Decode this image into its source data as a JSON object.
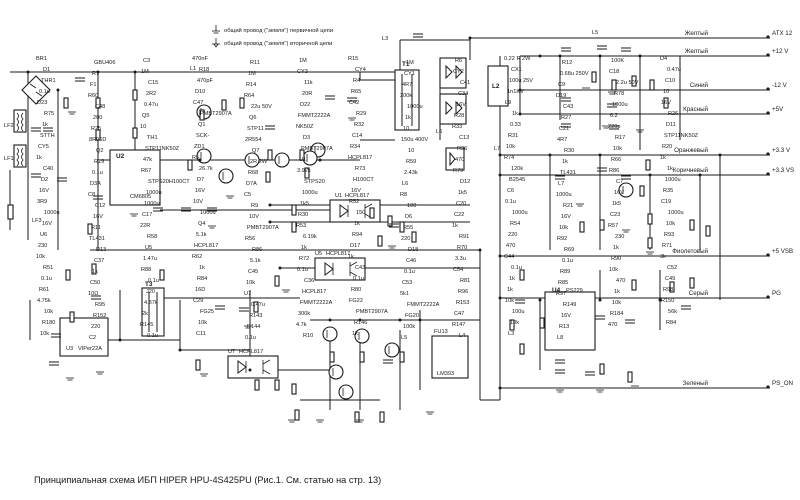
{
  "caption": "Принципиальная схема ИБП HIPER HPU-4S425PU (Рис.1. См. статью на стр. 13)",
  "legend": {
    "primary": "общий провод (\"земля\") первичной цепи",
    "secondary": "общий провод (\"земля\") вторичной цепи"
  },
  "outputs": [
    {
      "color": "Желтый",
      "rail": "ATX 12"
    },
    {
      "color": "Желтый",
      "rail": "+12 V"
    },
    {
      "color": "Синий",
      "rail": "-12 V"
    },
    {
      "color": "Красный",
      "rail": "+5V"
    },
    {
      "color": "Оранжевый",
      "rail": "+3.3 V"
    },
    {
      "color": "Коричневый",
      "rail": "+3.3 VS"
    },
    {
      "color": "Фиолетовый",
      "rail": "+5 VSB"
    },
    {
      "color": "Серый",
      "rail": "PG"
    },
    {
      "color": "Зеленый",
      "rail": "PS_ON"
    }
  ],
  "ics": {
    "u2": {
      "ref": "U2",
      "part": "CM6805"
    },
    "u3": {
      "ref": "U3",
      "part": "VIPer22A"
    },
    "u4": {
      "ref": "U4",
      "part": "PS229"
    },
    "u1": {
      "ref": "U1",
      "part": "HCPL817"
    },
    "u5": {
      "ref": "U5",
      "part": "HCPL817"
    },
    "u7": {
      "ref": "U7",
      "part": "HCPL817"
    },
    "lm": {
      "ref": "FU13",
      "part": "LM393"
    }
  },
  "magnetics": {
    "t1": "T1",
    "t3": "T3",
    "l2": "L2",
    "l1": "L1",
    "l3": "L3",
    "l5": "L5",
    "l6": "L6",
    "l7": "L7",
    "lf1": "LF1",
    "lf2": "LF2",
    "lf3": "LF3"
  },
  "labels": [
    {
      "t": "BR1"
    },
    {
      "t": "GBU406"
    },
    {
      "t": "C3"
    },
    {
      "t": "470nF"
    },
    {
      "t": "R11"
    },
    {
      "t": "1M"
    },
    {
      "t": "R15"
    },
    {
      "t": "1M"
    },
    {
      "t": "R6"
    },
    {
      "t": "0.22 R 2W"
    },
    {
      "t": "R12"
    },
    {
      "t": "100K"
    },
    {
      "t": "D4"
    },
    {
      "t": "D1"
    },
    {
      "t": "R7"
    },
    {
      "t": "1M"
    },
    {
      "t": "R18"
    },
    {
      "t": "1M"
    },
    {
      "t": "CY3"
    },
    {
      "t": "CY4"
    },
    {
      "t": "CY1"
    },
    {
      "t": "CY2"
    },
    {
      "t": "CX1"
    },
    {
      "t": "0.68u 250V"
    },
    {
      "t": "C18"
    },
    {
      "t": "0.47u"
    },
    {
      "t": "THR1"
    },
    {
      "t": "F1"
    },
    {
      "t": "C15"
    },
    {
      "t": "470pF"
    },
    {
      "t": "R14"
    },
    {
      "t": "11k"
    },
    {
      "t": "R4"
    },
    {
      "t": "4R7"
    },
    {
      "t": "C41"
    },
    {
      "t": "100u 25V"
    },
    {
      "t": "C9"
    },
    {
      "t": "2.2u 50V"
    },
    {
      "t": "C10"
    },
    {
      "t": "0.1u"
    },
    {
      "t": "R60"
    },
    {
      "t": "2R2"
    },
    {
      "t": "D10"
    },
    {
      "t": "R64"
    },
    {
      "t": "20R"
    },
    {
      "t": "R65"
    },
    {
      "t": "200k"
    },
    {
      "t": "C34"
    },
    {
      "t": "1n1KV"
    },
    {
      "t": "D19"
    },
    {
      "t": "R78"
    },
    {
      "t": "10"
    },
    {
      "t": "D23"
    },
    {
      "t": "C48"
    },
    {
      "t": "0.47u"
    },
    {
      "t": "C47"
    },
    {
      "t": "22u 50V"
    },
    {
      "t": "D22"
    },
    {
      "t": "C42"
    },
    {
      "t": "1000u"
    },
    {
      "t": "16V"
    },
    {
      "t": "L9"
    },
    {
      "t": "C43"
    },
    {
      "t": "1000u"
    },
    {
      "t": "16V"
    },
    {
      "t": "R75"
    },
    {
      "t": "200"
    },
    {
      "t": "Q5"
    },
    {
      "t": "PMBT2907A"
    },
    {
      "t": "Q6"
    },
    {
      "t": "FMMT2222A"
    },
    {
      "t": "R29"
    },
    {
      "t": "1k"
    },
    {
      "t": "R28"
    },
    {
      "t": "1k"
    },
    {
      "t": "R27"
    },
    {
      "t": "6.2"
    },
    {
      "t": "R26"
    },
    {
      "t": "1k"
    },
    {
      "t": "R25"
    },
    {
      "t": "10"
    },
    {
      "t": "Q1"
    },
    {
      "t": "STP11"
    },
    {
      "t": "NK50Z"
    },
    {
      "t": "R32"
    },
    {
      "t": "10"
    },
    {
      "t": "R33"
    },
    {
      "t": "0.33"
    },
    {
      "t": "C21"
    },
    {
      "t": "220p"
    },
    {
      "t": "D11"
    },
    {
      "t": "STTH"
    },
    {
      "t": "8R06D"
    },
    {
      "t": "TH1"
    },
    {
      "t": "SCK-"
    },
    {
      "t": "2R554"
    },
    {
      "t": "D3"
    },
    {
      "t": "C14"
    },
    {
      "t": "150u 400V"
    },
    {
      "t": "C13"
    },
    {
      "t": "R31"
    },
    {
      "t": "4R7"
    },
    {
      "t": "R17"
    },
    {
      "t": "STP11NK50Z"
    },
    {
      "t": "CY5"
    },
    {
      "t": "Q2"
    },
    {
      "t": "STP11NK50Z"
    },
    {
      "t": "ZD1"
    },
    {
      "t": "Q7"
    },
    {
      "t": "PMBT2907A"
    },
    {
      "t": "R34"
    },
    {
      "t": "10"
    },
    {
      "t": "R36"
    },
    {
      "t": "10k"
    },
    {
      "t": "R30"
    },
    {
      "t": "10k"
    },
    {
      "t": "R20"
    },
    {
      "t": "1k"
    },
    {
      "t": "R19"
    },
    {
      "t": "47k"
    },
    {
      "t": "R5"
    },
    {
      "t": "2R 2W"
    },
    {
      "t": "U1"
    },
    {
      "t": "HCPL817"
    },
    {
      "t": "R59"
    },
    {
      "t": "470"
    },
    {
      "t": "R74"
    },
    {
      "t": "1k"
    },
    {
      "t": "R66"
    },
    {
      "t": "1k"
    },
    {
      "t": "C40"
    },
    {
      "t": "0.1u"
    },
    {
      "t": "R67"
    },
    {
      "t": "26.7k"
    },
    {
      "t": "R68"
    },
    {
      "t": "3.92k"
    },
    {
      "t": "R73"
    },
    {
      "t": "2.43k"
    },
    {
      "t": "R79"
    },
    {
      "t": "120k"
    },
    {
      "t": "TL431"
    },
    {
      "t": "R86"
    },
    {
      "t": "1k"
    },
    {
      "t": "D2"
    },
    {
      "t": "D3A"
    },
    {
      "t": "STPS20H100CT"
    },
    {
      "t": "D7"
    },
    {
      "t": "D7A"
    },
    {
      "t": "STPS20"
    },
    {
      "t": "H100CT"
    },
    {
      "t": "L6"
    },
    {
      "t": "D12"
    },
    {
      "t": "B2545"
    },
    {
      "t": "L7"
    },
    {
      "t": "C7"
    },
    {
      "t": "1000u"
    },
    {
      "t": "16V"
    },
    {
      "t": "C8"
    },
    {
      "t": "1000u"
    },
    {
      "t": "16V"
    },
    {
      "t": "C5"
    },
    {
      "t": "1000u"
    },
    {
      "t": "16V"
    },
    {
      "t": "R8"
    },
    {
      "t": "1k5"
    },
    {
      "t": "C6"
    },
    {
      "t": "1000u"
    },
    {
      "t": "16V"
    },
    {
      "t": "R35"
    },
    {
      "t": "3R9"
    },
    {
      "t": "C12"
    },
    {
      "t": "1000u"
    },
    {
      "t": "10V"
    },
    {
      "t": "R9"
    },
    {
      "t": "1k5"
    },
    {
      "t": "R52"
    },
    {
      "t": "100"
    },
    {
      "t": "C20"
    },
    {
      "t": "0.1u"
    },
    {
      "t": "R21"
    },
    {
      "t": "1k5"
    },
    {
      "t": "C19"
    },
    {
      "t": "1000u"
    },
    {
      "t": "16V"
    },
    {
      "t": "C17"
    },
    {
      "t": "1000u"
    },
    {
      "t": "10V"
    },
    {
      "t": "R30"
    },
    {
      "t": "150"
    },
    {
      "t": "D6"
    },
    {
      "t": "C22"
    },
    {
      "t": "1000u"
    },
    {
      "t": "16V"
    },
    {
      "t": "C23"
    },
    {
      "t": "1000u"
    },
    {
      "t": "16V"
    },
    {
      "t": "R11"
    },
    {
      "t": "22R"
    },
    {
      "t": "Q4"
    },
    {
      "t": "PMBT2907A"
    },
    {
      "t": "R53"
    },
    {
      "t": "1k"
    },
    {
      "t": "R55"
    },
    {
      "t": "1k"
    },
    {
      "t": "R54"
    },
    {
      "t": "10k"
    },
    {
      "t": "R57"
    },
    {
      "t": "10k"
    },
    {
      "t": "U6"
    },
    {
      "t": "TL431"
    },
    {
      "t": "R58"
    },
    {
      "t": "5.1k"
    },
    {
      "t": "R56"
    },
    {
      "t": "6.19k"
    },
    {
      "t": "R94"
    },
    {
      "t": "220"
    },
    {
      "t": "R91"
    },
    {
      "t": "220"
    },
    {
      "t": "R92"
    },
    {
      "t": "230"
    },
    {
      "t": "R93"
    },
    {
      "t": "230"
    },
    {
      "t": "D13"
    },
    {
      "t": "U5"
    },
    {
      "t": "HCPL817"
    },
    {
      "t": "R86"
    },
    {
      "t": "1k"
    },
    {
      "t": "D17"
    },
    {
      "t": "D18"
    },
    {
      "t": "R70"
    },
    {
      "t": "470"
    },
    {
      "t": "R69"
    },
    {
      "t": "1k"
    },
    {
      "t": "R71"
    },
    {
      "t": "10k"
    },
    {
      "t": "C37"
    },
    {
      "t": "1.47u"
    },
    {
      "t": "R62"
    },
    {
      "t": "5.1k"
    },
    {
      "t": "R72"
    },
    {
      "t": "1k"
    },
    {
      "t": "C46"
    },
    {
      "t": "3.3u"
    },
    {
      "t": "C44"
    },
    {
      "t": "0.1u"
    },
    {
      "t": "R90"
    },
    {
      "t": "3k"
    },
    {
      "t": "R51"
    },
    {
      "t": "1k"
    },
    {
      "t": "R88"
    },
    {
      "t": "1k"
    },
    {
      "t": "C45"
    },
    {
      "t": "0.1u"
    },
    {
      "t": "C43"
    },
    {
      "t": "0.1u"
    },
    {
      "t": "C54"
    },
    {
      "t": "0.1u"
    },
    {
      "t": "R89"
    },
    {
      "t": "10k"
    },
    {
      "t": "C52"
    },
    {
      "t": "0.1u"
    },
    {
      "t": "C50"
    },
    {
      "t": "0.1u"
    },
    {
      "t": "R84"
    },
    {
      "t": "10k"
    },
    {
      "t": "C36"
    },
    {
      "t": "0.1u"
    },
    {
      "t": "C53"
    },
    {
      "t": "R81"
    },
    {
      "t": "1k"
    },
    {
      "t": "R85"
    },
    {
      "t": "470"
    },
    {
      "t": "C49"
    },
    {
      "t": "R61"
    },
    {
      "t": "10Ω"
    },
    {
      "t": "J20"
    },
    {
      "t": "16D"
    },
    {
      "t": "U7"
    },
    {
      "t": "HCPL817"
    },
    {
      "t": "R80"
    },
    {
      "t": "5k1"
    },
    {
      "t": "R96"
    },
    {
      "t": "1k"
    },
    {
      "t": "R97"
    },
    {
      "t": "1k"
    },
    {
      "t": "R98"
    },
    {
      "t": "4.75k"
    },
    {
      "t": "R95"
    },
    {
      "t": "4.87k"
    },
    {
      "t": "C29"
    },
    {
      "t": "0.47u"
    },
    {
      "t": "FMMT2222A"
    },
    {
      "t": "FG22"
    },
    {
      "t": "FMMT2222A"
    },
    {
      "t": "R153"
    },
    {
      "t": "10k"
    },
    {
      "t": "R149"
    },
    {
      "t": "10k"
    },
    {
      "t": "R150"
    },
    {
      "t": "10k"
    },
    {
      "t": "R152"
    },
    {
      "t": "2k"
    },
    {
      "t": "FG25"
    },
    {
      "t": "R143"
    },
    {
      "t": "300k"
    },
    {
      "t": "PMBT2907A"
    },
    {
      "t": "FG20"
    },
    {
      "t": "C47"
    },
    {
      "t": "100u"
    },
    {
      "t": "16V"
    },
    {
      "t": "R184"
    },
    {
      "t": "56k"
    },
    {
      "t": "R180"
    },
    {
      "t": "220"
    },
    {
      "t": "R145"
    },
    {
      "t": "10k"
    },
    {
      "t": "R144"
    },
    {
      "t": "4.7k"
    },
    {
      "t": "R146"
    },
    {
      "t": "100k"
    },
    {
      "t": "R147"
    },
    {
      "t": "10k"
    },
    {
      "t": "R13"
    },
    {
      "t": "470"
    },
    {
      "t": "R84"
    },
    {
      "t": "10k"
    },
    {
      "t": "C2"
    },
    {
      "t": "0.1u"
    },
    {
      "t": "C11"
    },
    {
      "t": "0.1u"
    },
    {
      "t": "R10"
    },
    {
      "t": "1k"
    },
    {
      "t": "L5"
    },
    {
      "t": "L4"
    },
    {
      "t": "L3"
    },
    {
      "t": "L8"
    }
  ]
}
